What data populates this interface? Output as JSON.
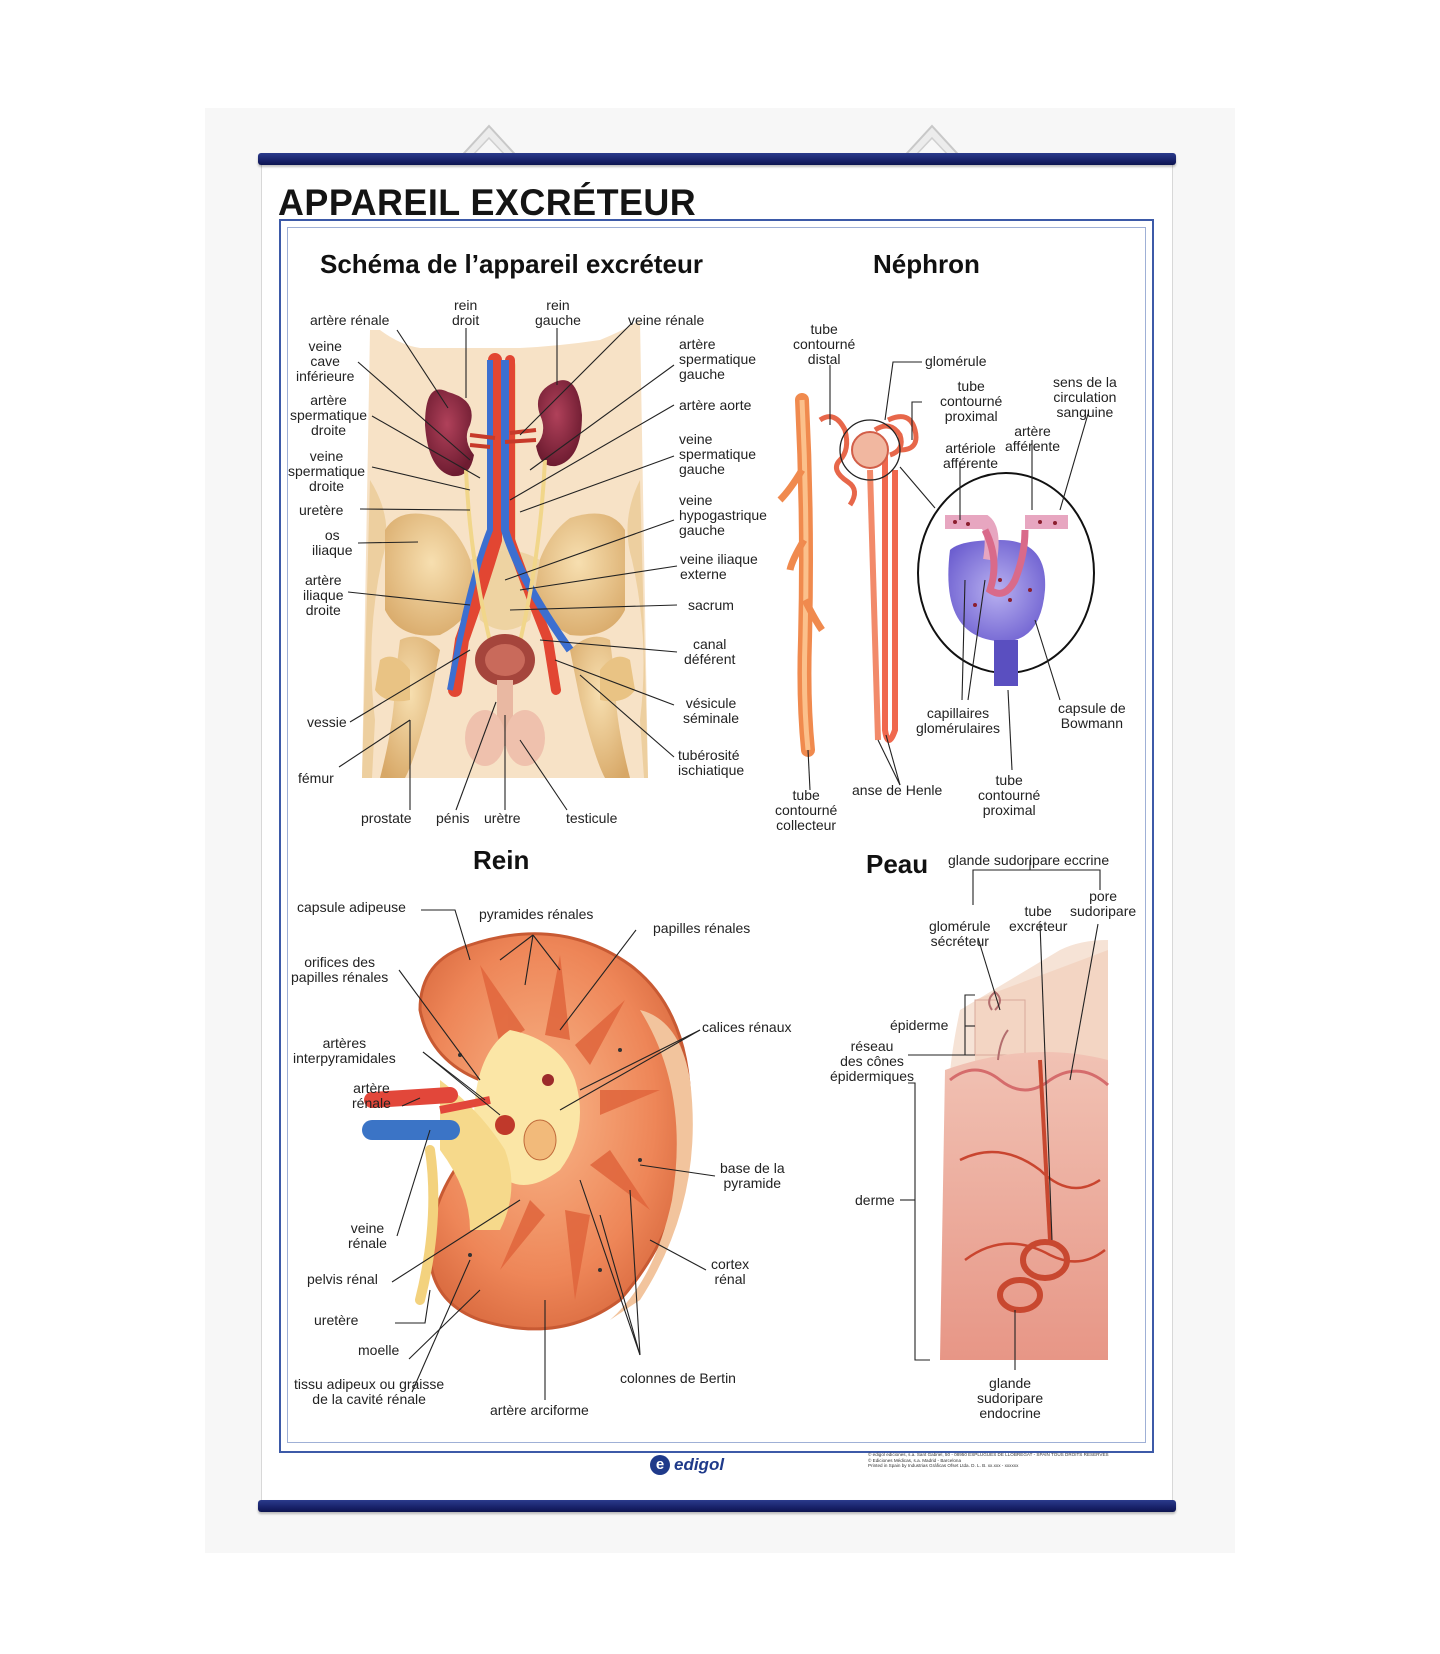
{
  "poster": {
    "title": "APPAREIL EXCRÉTEUR",
    "brand": "edigol",
    "brand_initial": "e",
    "fineprint": [
      "© edigol ediciones, s.a. Sant Gabriel, 50 - 08950 ESPLUGUES DE LLOBREGAT - SPAIN TOUS DROITS RESERVES",
      "© Ediciones Médicas, s.a. Madrid - Barcelona",
      "Printed in Spain by Industrias Gráficas Ofset Ltda. D. L. B. xx.xxx - xxxxxx"
    ]
  },
  "sections": {
    "schema": {
      "title": "Schéma de l’appareil excréteur",
      "labels": [
        "artère rénale",
        "rein\ndroit",
        "rein\ngauche",
        "veine rénale",
        "veine\ncave\ninférieure",
        "artère\nspermatique\ngauche",
        "artère\nspermatique\ndroite",
        "artère aorte",
        "veine\nspermatique\ndroite",
        "veine\nspermatique\ngauche",
        "uretère",
        "veine\nhypogastrique\ngauche",
        "os\niliaque",
        "veine iliaque\nexterne",
        "artère\niliaque\ndroite",
        "sacrum",
        "canal\ndéférent",
        "vessie",
        "vésicule\nséminale",
        "fémur",
        "tubérosité\nischiatique",
        "prostate",
        "pénis",
        "urètre",
        "testicule"
      ]
    },
    "nephron": {
      "title": "Néphron",
      "labels": [
        "tube\ncontourné\ndistal",
        "glomérule",
        "tube\ncontourné\nproximal",
        "sens de la\ncirculation\nsanguine",
        "artère\nafférente",
        "artériole\nafférente",
        "capillaires\nglomérulaires",
        "capsule de\nBowmann",
        "tube\ncontourné\ncollecteur",
        "anse de Henle",
        "tube\ncontourné\nproximal"
      ]
    },
    "rein": {
      "title": "Rein",
      "labels": [
        "capsule adipeuse",
        "pyramides rénales",
        "papilles rénales",
        "orifices des\npapilles rénales",
        "calices rénaux",
        "artères\ninterpyramidales",
        "artère\nrénale",
        "base de la\npyramide",
        "veine\nrénale",
        "cortex\nrénal",
        "pelvis rénal",
        "uretère",
        "moelle",
        "tissu adipeux ou graisse\nde la cavité rénale",
        "colonnes de Bertin",
        "artère arciforme"
      ]
    },
    "peau": {
      "title": "Peau",
      "labels": [
        "glande sudoripare eccrine",
        "pore\nsudoripare",
        "tube\nexcréteur",
        "glomérule\nsécréteur",
        "épiderme",
        "réseau\ndes cônes\népidermiques",
        "derme",
        "glande\nsudoripare\nendocrine"
      ]
    }
  }
}
